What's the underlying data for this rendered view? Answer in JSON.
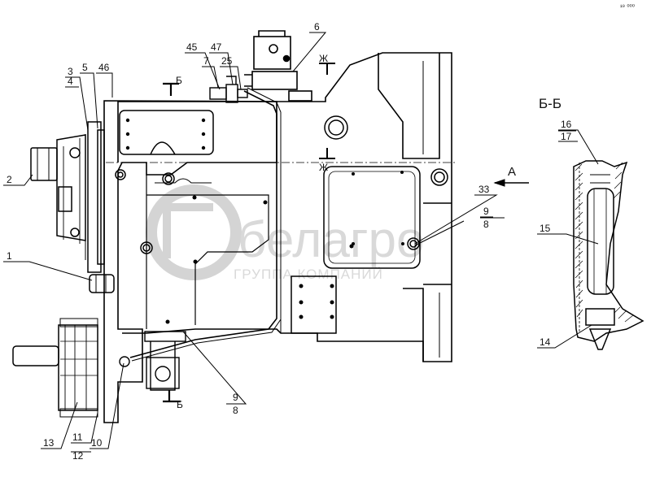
{
  "corner_mark": "¹⁹ ⁰⁰⁰",
  "section_title": "Б-Б",
  "view_arrow_label": "А",
  "cut_b_letter": "Б",
  "cut_zh_letter": "Ж",
  "watermark": {
    "brand": "белагро",
    "subtitle": "ГРУППА КОМПАНИЙ"
  },
  "callouts": {
    "c1": "1",
    "c2": "2",
    "c3": "3",
    "c4": "4",
    "c5": "5",
    "c6": "6",
    "c7": "7",
    "c9a": "9",
    "c8a": "8",
    "c9b": "9",
    "c8b": "8",
    "c10": "10",
    "c11": "11",
    "c12": "12",
    "c13": "13",
    "c14": "14",
    "c15": "15",
    "c16": "16",
    "c17": "17",
    "c25": "25",
    "c33": "33",
    "c45": "45",
    "c46": "46",
    "c47": "47"
  }
}
